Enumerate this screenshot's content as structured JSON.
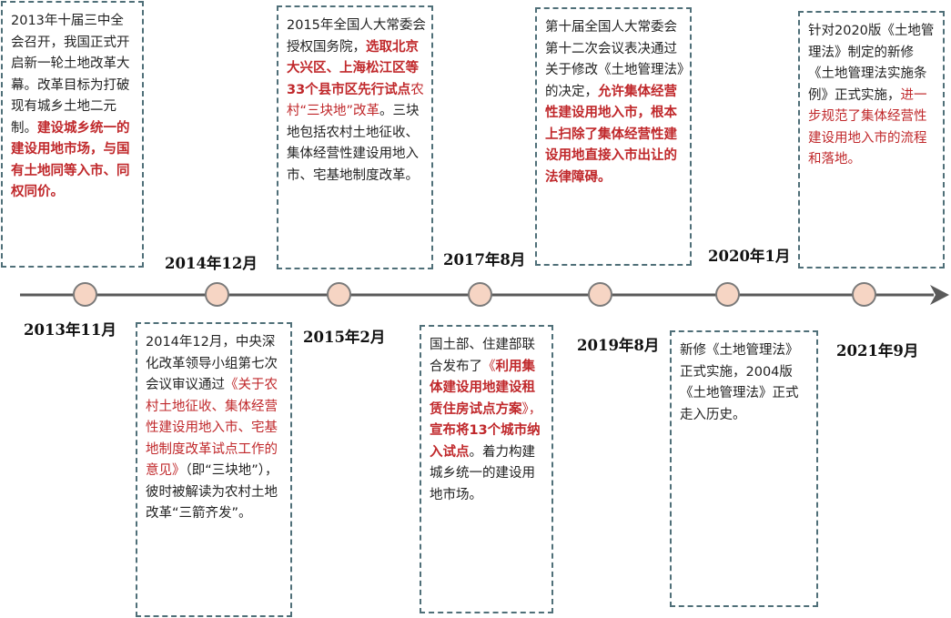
{
  "timeline": {
    "events": [
      {
        "date": "2013年11月",
        "segments": [
          {
            "text": "2013年十届三中全会召开，我国正式开启新一轮土地改革大幕。改革目标为打破现有城乡土地二元制。",
            "style": "normal"
          },
          {
            "text": "建设城乡统一的建设用地市场，与国有土地同等入市、同权同价。",
            "style": "red-bold"
          }
        ]
      },
      {
        "date": "2014年12月",
        "segments": [
          {
            "text": "2014年12月，中央深化改革领导小组第七次会议审议通过",
            "style": "normal"
          },
          {
            "text": "《关于农村土地征收、集体经营性建设用地入市、宅基地制度改革试点工作的意见》",
            "style": "red"
          },
          {
            "text": "（即“三块地”），彼时被解读为农村土地改革“三箭齐发”。",
            "style": "normal"
          }
        ]
      },
      {
        "date": "2015年2月",
        "segments": [
          {
            "text": "2015年全国人大常委会授权国务院，",
            "style": "normal"
          },
          {
            "text": "选取北京大兴区、上海松江区等33个县市区先行试点",
            "style": "red-bold"
          },
          {
            "text": "农村“三块地”改革",
            "style": "red"
          },
          {
            "text": "。三块地包括农村土地征收、集体经营性建设用地入市、宅基地制度改革。",
            "style": "normal"
          }
        ]
      },
      {
        "date": "2017年8月",
        "segments": [
          {
            "text": "国土部、住建部联合发布了",
            "style": "normal"
          },
          {
            "text": "《",
            "style": "red"
          },
          {
            "text": "利用集体建设用地建设租赁住房试点方案",
            "style": "red-bold"
          },
          {
            "text": "》，",
            "style": "red"
          },
          {
            "text": "宣布将13个城市纳入试点",
            "style": "red-bold"
          },
          {
            "text": "。着力构建城乡统一的建设用地市场。",
            "style": "normal"
          }
        ]
      },
      {
        "date": "2019年8月",
        "segments": [
          {
            "text": "第十届全国人大常委会第十二次会议表决通过关于修改《土地管理法》的决定，",
            "style": "normal"
          },
          {
            "text": "允许集体经营性建设用地入市，根本上扫除了集体经营性建设用地直接入市出让的法律障碍。",
            "style": "red-bold"
          }
        ]
      },
      {
        "date": "2020年1月",
        "segments": [
          {
            "text": "新修《土地管理法》正式实施，2004版《土地管理法》正式走入历史。",
            "style": "normal"
          }
        ]
      },
      {
        "date": "2021年9月",
        "segments": [
          {
            "text": "针对2020版《土地管理法》制定的新修《土地管理法实施条例》正式实施，",
            "style": "normal"
          },
          {
            "text": "进一步规范了集体经营性建设用地入市的流程和落地。",
            "style": "red"
          }
        ]
      }
    ]
  },
  "colors": {
    "axis": "#5a5a5a",
    "node_fill": "#f6d5c4",
    "highlight_text": "#c0282b",
    "box_border": "#4f6f78"
  }
}
